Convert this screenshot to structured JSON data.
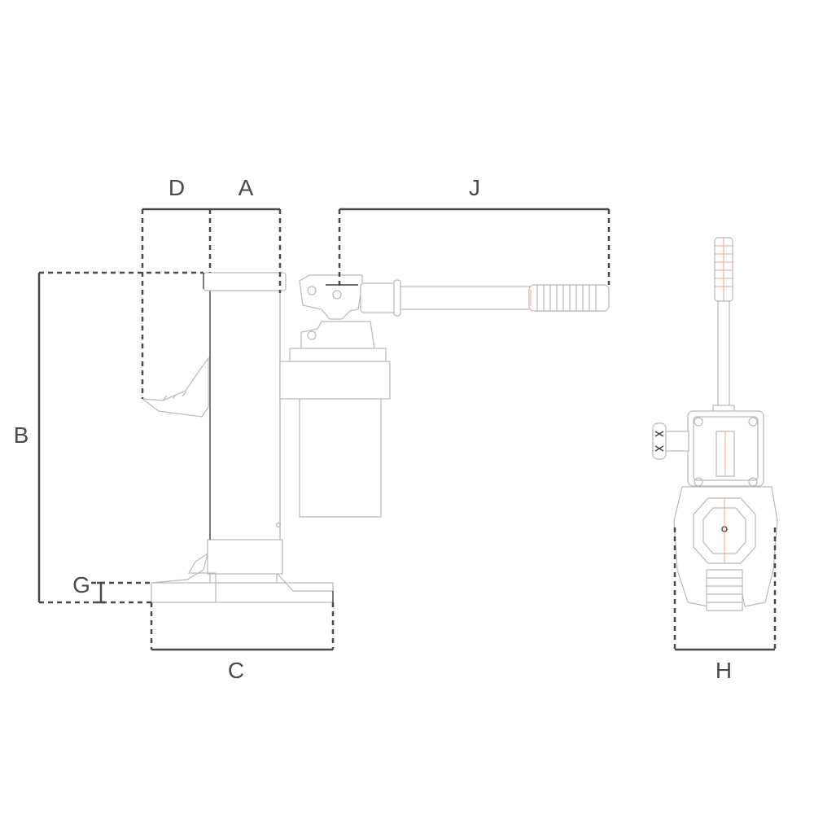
{
  "diagram": {
    "dimension_labels": {
      "A": "A",
      "B": "B",
      "C": "C",
      "D": "D",
      "G": "G",
      "H": "H",
      "J": "J"
    },
    "colors": {
      "dimension_line": "#4a4a4a",
      "part_outline": "#b9b9b9",
      "accent": "#e9a98a"
    }
  }
}
